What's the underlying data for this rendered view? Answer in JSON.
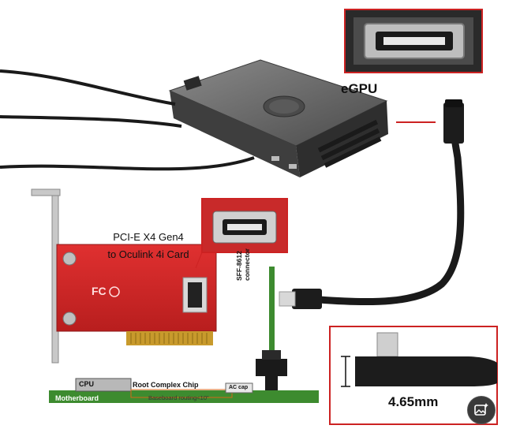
{
  "labels": {
    "egpu": "eGPU",
    "card_line1": "PCI-E X4 Gen4",
    "card_line2": "to Oculink 4i Card",
    "connector_line1": "SFF-8612",
    "connector_line2": "connector",
    "cpu": "CPU",
    "root_complex": "Root Complex Chip",
    "motherboard": "Motherboard",
    "baseboard_routing": "Baseboard routing<10\"",
    "ac_cap": "AC cap",
    "dimension": "4.65mm"
  },
  "icons": {
    "fab": "image-sparkle-icon"
  },
  "colors": {
    "callout_border": "#cc2222",
    "card_red": "#d42a2a",
    "motherboard_green": "#3d8b2f"
  }
}
